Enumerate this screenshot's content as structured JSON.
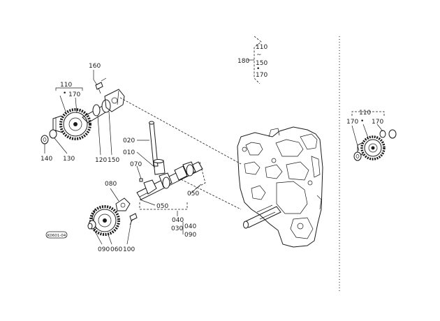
{
  "figure_code": "K0601-04",
  "labels": {
    "l110a": "110",
    "l170a": "170",
    "l160": "160",
    "l140": "140",
    "l130": "130",
    "l120": "120",
    "l150": "150",
    "l020": "020",
    "l010": "010",
    "l070": "070",
    "l080": "080",
    "l050a": "050",
    "l050b": "050",
    "l040": "040",
    "l030": "030",
    "l040b": "040",
    "l090b": "090",
    "l090": "090",
    "l060": "060",
    "l100": "100",
    "l180": "180",
    "l110b": "110",
    "l150b": "150",
    "l170b": "170",
    "l110c": "110",
    "l170c": "170",
    "l170d": "170"
  },
  "symbols": {
    "tilde": "~",
    "dot": "•"
  }
}
